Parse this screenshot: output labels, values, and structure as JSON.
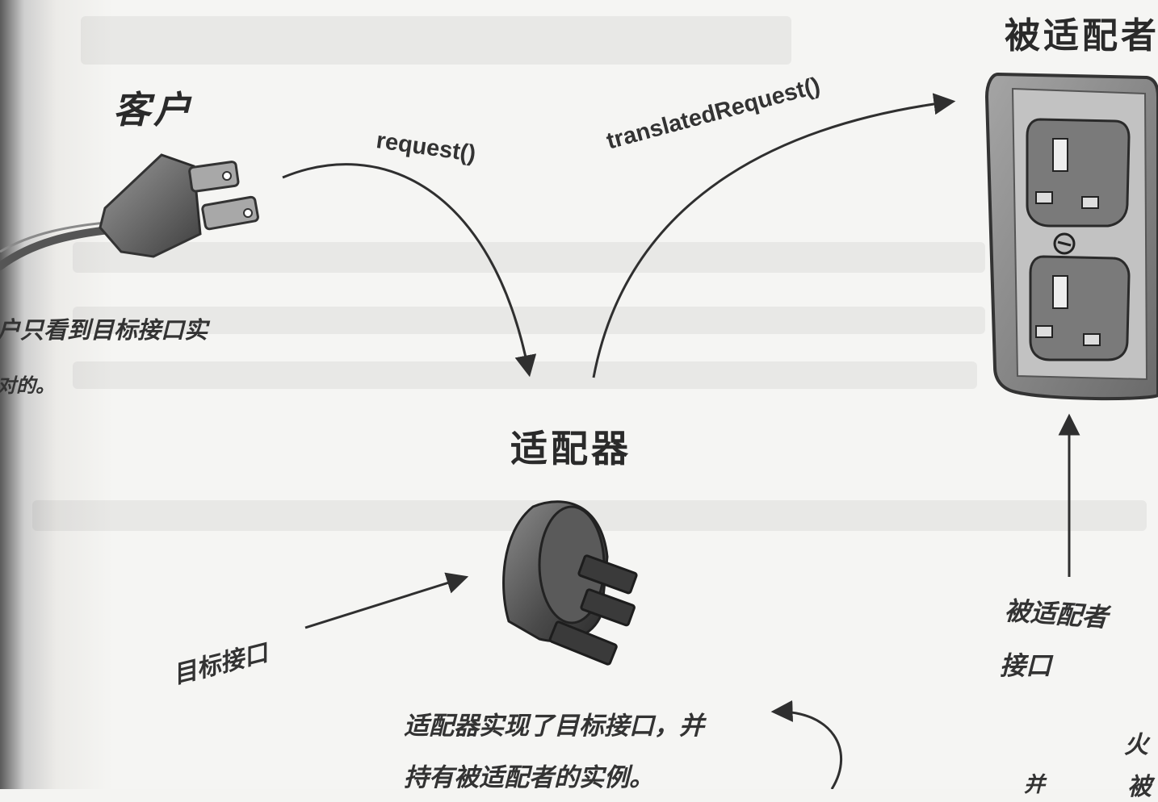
{
  "labels": {
    "client": "客户",
    "adapter": "适配器",
    "adaptee": "被适配者",
    "target_interface": "目标接口",
    "adaptee_interface_line1": "被适配者",
    "adaptee_interface_line2": "接口"
  },
  "calls": {
    "request": "request()",
    "translated": "translatedRequest()"
  },
  "notes": {
    "client_note_line1": "户只看到目标接口实",
    "client_note_line2": "对的。",
    "adapter_note_line1": "适配器实现了目标接口，并",
    "adapter_note_line2": "持有被适配者的实例。",
    "cut_right_1": "火",
    "cut_right_2": "被",
    "cut_bottom": "并"
  },
  "icons": [
    "us-plug-icon",
    "uk-plug-icon",
    "uk-socket-icon"
  ]
}
